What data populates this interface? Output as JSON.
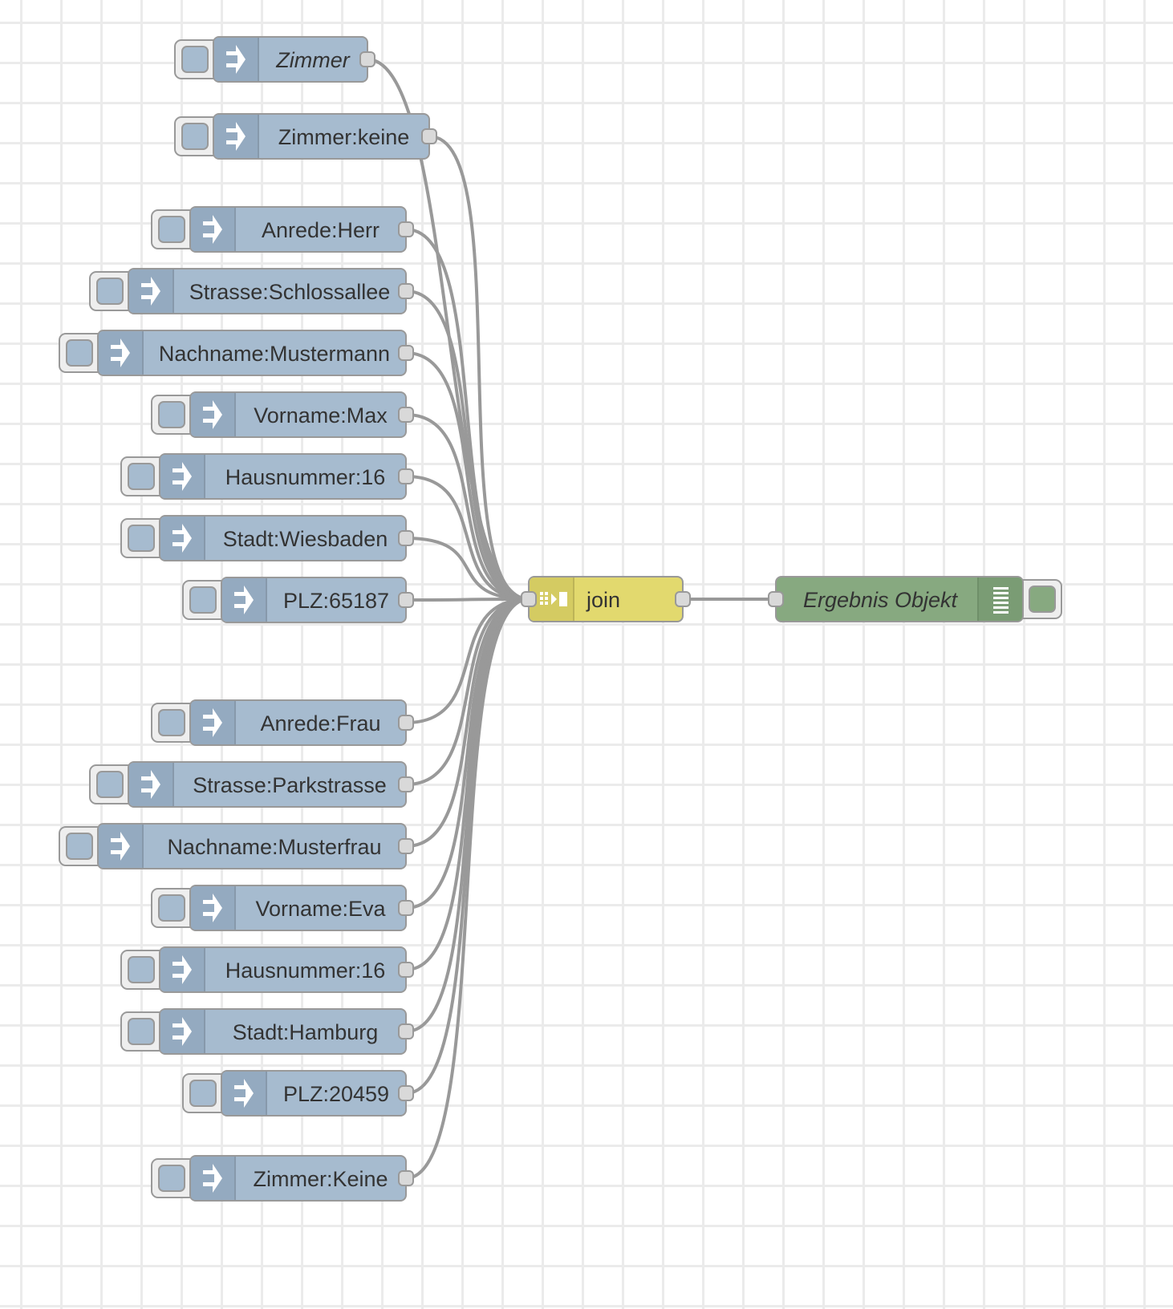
{
  "editor": "flow-canvas",
  "colors": {
    "inject": "#a6bbcf",
    "inject_icon": "#94aac0",
    "join": "#e2d96e",
    "join_icon": "#d4cb62",
    "debug": "#87a980",
    "debug_icon": "#7a9c74",
    "wire": "#999999",
    "port": "#d9d9d9",
    "border": "#999999",
    "button_bg": "#eeeeee"
  },
  "inject_nodes": [
    {
      "label": "Zimmer",
      "italic": true
    },
    {
      "label": "Zimmer:keine",
      "italic": false
    },
    {
      "label": "Anrede:Herr",
      "italic": false
    },
    {
      "label": "Strasse:Schlossallee",
      "italic": false
    },
    {
      "label": "Nachname:Mustermann",
      "italic": false
    },
    {
      "label": "Vorname:Max",
      "italic": false
    },
    {
      "label": "Hausnummer:16",
      "italic": false
    },
    {
      "label": "Stadt:Wiesbaden",
      "italic": false
    },
    {
      "label": "PLZ:65187",
      "italic": false
    },
    {
      "label": "Anrede:Frau",
      "italic": false
    },
    {
      "label": "Strasse:Parkstrasse",
      "italic": false
    },
    {
      "label": "Nachname:Musterfrau",
      "italic": false
    },
    {
      "label": "Vorname:Eva",
      "italic": false
    },
    {
      "label": "Hausnummer:16",
      "italic": false
    },
    {
      "label": "Stadt:Hamburg",
      "italic": false
    },
    {
      "label": "PLZ:20459",
      "italic": false
    },
    {
      "label": "Zimmer:Keine",
      "italic": false
    }
  ],
  "join_node": {
    "label": "join",
    "icon": "join-icon"
  },
  "debug_node": {
    "label": "Ergebnis Objekt",
    "icon": "list-icon",
    "italic": true
  }
}
